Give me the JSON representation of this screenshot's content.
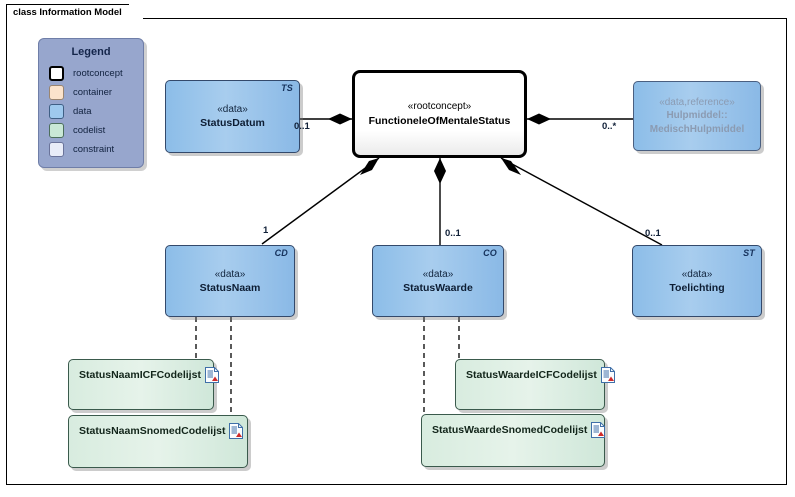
{
  "diagram": {
    "frame_label": "class Information Model"
  },
  "legend": {
    "title": "Legend",
    "items": [
      {
        "label": "rootconcept",
        "color": "#ffffff",
        "border": "#000000"
      },
      {
        "label": "container",
        "color": "#fbe3cc",
        "border": "#9a8570"
      },
      {
        "label": "data",
        "color": "#9ec9ee",
        "border": "#3f5f85"
      },
      {
        "label": "codelist",
        "color": "#c9e8d6",
        "border": "#4c6f5c"
      },
      {
        "label": "constraint",
        "color": "#e8ecf8",
        "border": "#6a739a"
      }
    ]
  },
  "nodes": {
    "root": {
      "stereotype": "«rootconcept»",
      "name": "FunctioneleOfMentaleStatus",
      "tag": ""
    },
    "statusdatum": {
      "stereotype": "«data»",
      "name": "StatusDatum",
      "tag": "TS"
    },
    "hulpmiddel": {
      "stereotype": "«data,reference»",
      "name_line1": "Hulpmiddel::",
      "name_line2": "MedischHulpmiddel",
      "tag": ""
    },
    "statusnaam": {
      "stereotype": "«data»",
      "name": "StatusNaam",
      "tag": "CD"
    },
    "statuswaarde": {
      "stereotype": "«data»",
      "name": "StatusWaarde",
      "tag": "CO"
    },
    "toelichting": {
      "stereotype": "«data»",
      "name": "Toelichting",
      "tag": "ST"
    },
    "statusnaam_icf": {
      "name": "StatusNaamICFCodelijst",
      "icon": "document-icon"
    },
    "statusnaam_snomed": {
      "name": "StatusNaamSnomedCodelijst",
      "icon": "document-icon"
    },
    "statuswaarde_icf": {
      "name": "StatusWaardeICFCodelijst",
      "icon": "document-icon"
    },
    "statuswaarde_snomed": {
      "name": "StatusWaardeSnomedCodelijst",
      "icon": "document-icon"
    }
  },
  "multiplicities": {
    "statusdatum": "0..1",
    "hulpmiddel": "0..*",
    "statusnaam": "1",
    "statuswaarde": "0..1",
    "toelichting": "0..1"
  },
  "colors": {
    "data_fill": "#9ec9ee",
    "codelist_fill": "#d8ecdf",
    "legend_fill": "#97a6cd",
    "root_fill": "#ffffff",
    "line": "#000000"
  }
}
